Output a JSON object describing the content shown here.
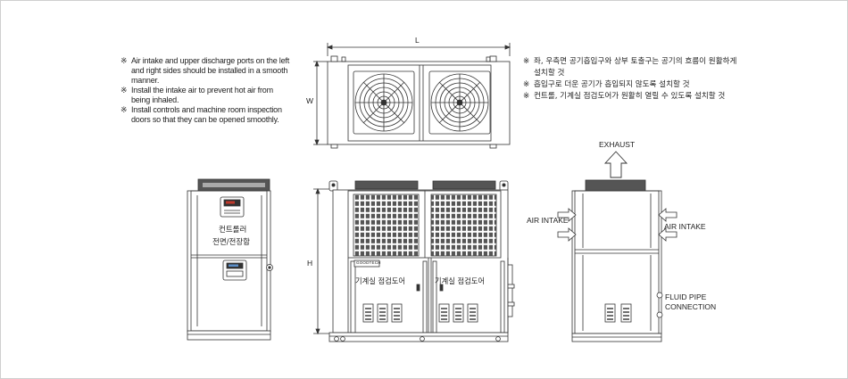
{
  "notes_en": [
    {
      "mark": "※",
      "text": "Air intake and upper discharge ports on the left and right sides should be installed in a smooth manner."
    },
    {
      "mark": "※",
      "text": "Install the intake air to prevent hot air from being inhaled."
    },
    {
      "mark": "※",
      "text": "Install controls and machine room inspection doors so that they can be opened smoothly."
    }
  ],
  "notes_ko": [
    {
      "mark": "※",
      "text": "좌, 우측면 공기흡입구와 상부 토출구는 공기의 흐름이 원활하게 설치할 것"
    },
    {
      "mark": "※",
      "text": "흡입구로 더운 공기가 흡입되지 않도록 설치할 것"
    },
    {
      "mark": "※",
      "text": "컨트롤, 기계실 점검도어가 원활히 열릴 수 있도록 설치할 것"
    }
  ],
  "dimensions": {
    "length": "L",
    "width": "W",
    "height": "H"
  },
  "left_view": {
    "controller_line1": "컨트롤러",
    "controller_line2": "전면/전장함"
  },
  "front_view": {
    "door_left": "기계실 점검도어",
    "door_right": "기계실 점검도어",
    "brand_plate": "GOODTECH"
  },
  "side_view": {
    "exhaust": "EXHAUST",
    "intake_left": "AIR INTAKE",
    "intake_right": "AIR INTAKE",
    "fluid_line1": "FLUID PIPE",
    "fluid_line2": "CONNECTION"
  }
}
